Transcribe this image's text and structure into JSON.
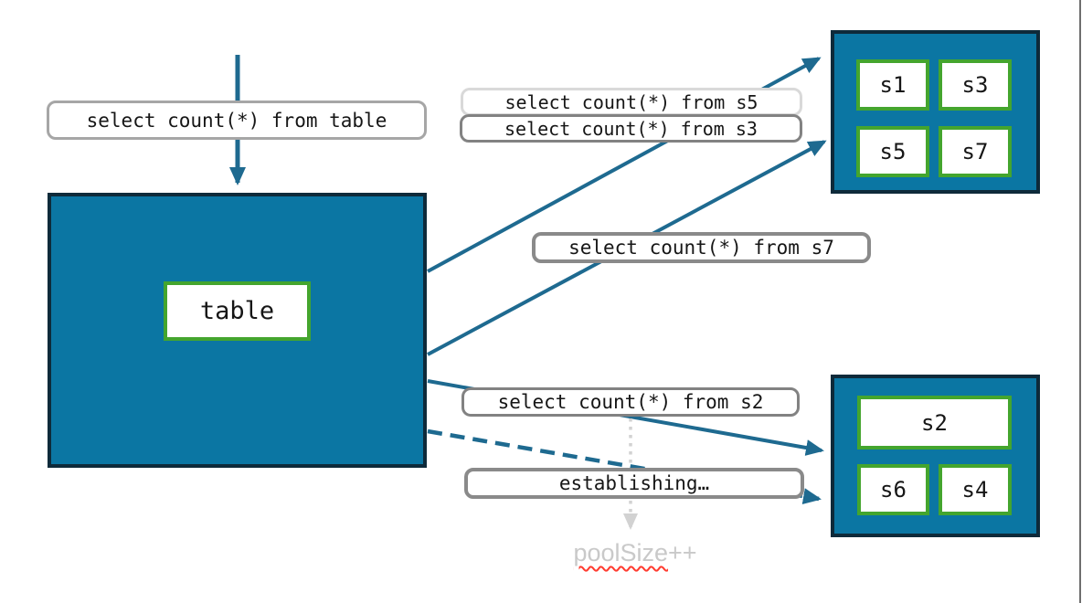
{
  "diagram": {
    "query_labels": {
      "table": "select count(*) from table",
      "s5": "select count(*) from s5",
      "s3": "select count(*) from s3",
      "s7": "select count(*) from s7",
      "s2": "select count(*) from s2",
      "establishing": "establishing…"
    },
    "main_table": {
      "label": "table"
    },
    "shard_groups": {
      "top": {
        "shards": [
          "s1",
          "s3",
          "s5",
          "s7"
        ]
      },
      "bottom": {
        "shards": [
          "s2",
          "s6",
          "s4"
        ]
      }
    },
    "pool_size": {
      "word": "poolSize",
      "suffix": "++"
    },
    "colors": {
      "teal_fill": "#0b76a3",
      "dark_border": "#0e2a3a",
      "green_border": "#44a52e",
      "arrow_teal": "#1e6a90",
      "label_border_medium": "#a6a6a6",
      "label_border_dark": "#828282",
      "label_border_light": "#d9d9d9",
      "dotted_gray": "#d2d2d2",
      "pool_size_gray": "#c9c9c9",
      "squiggle_red": "#ff3b2f"
    }
  }
}
